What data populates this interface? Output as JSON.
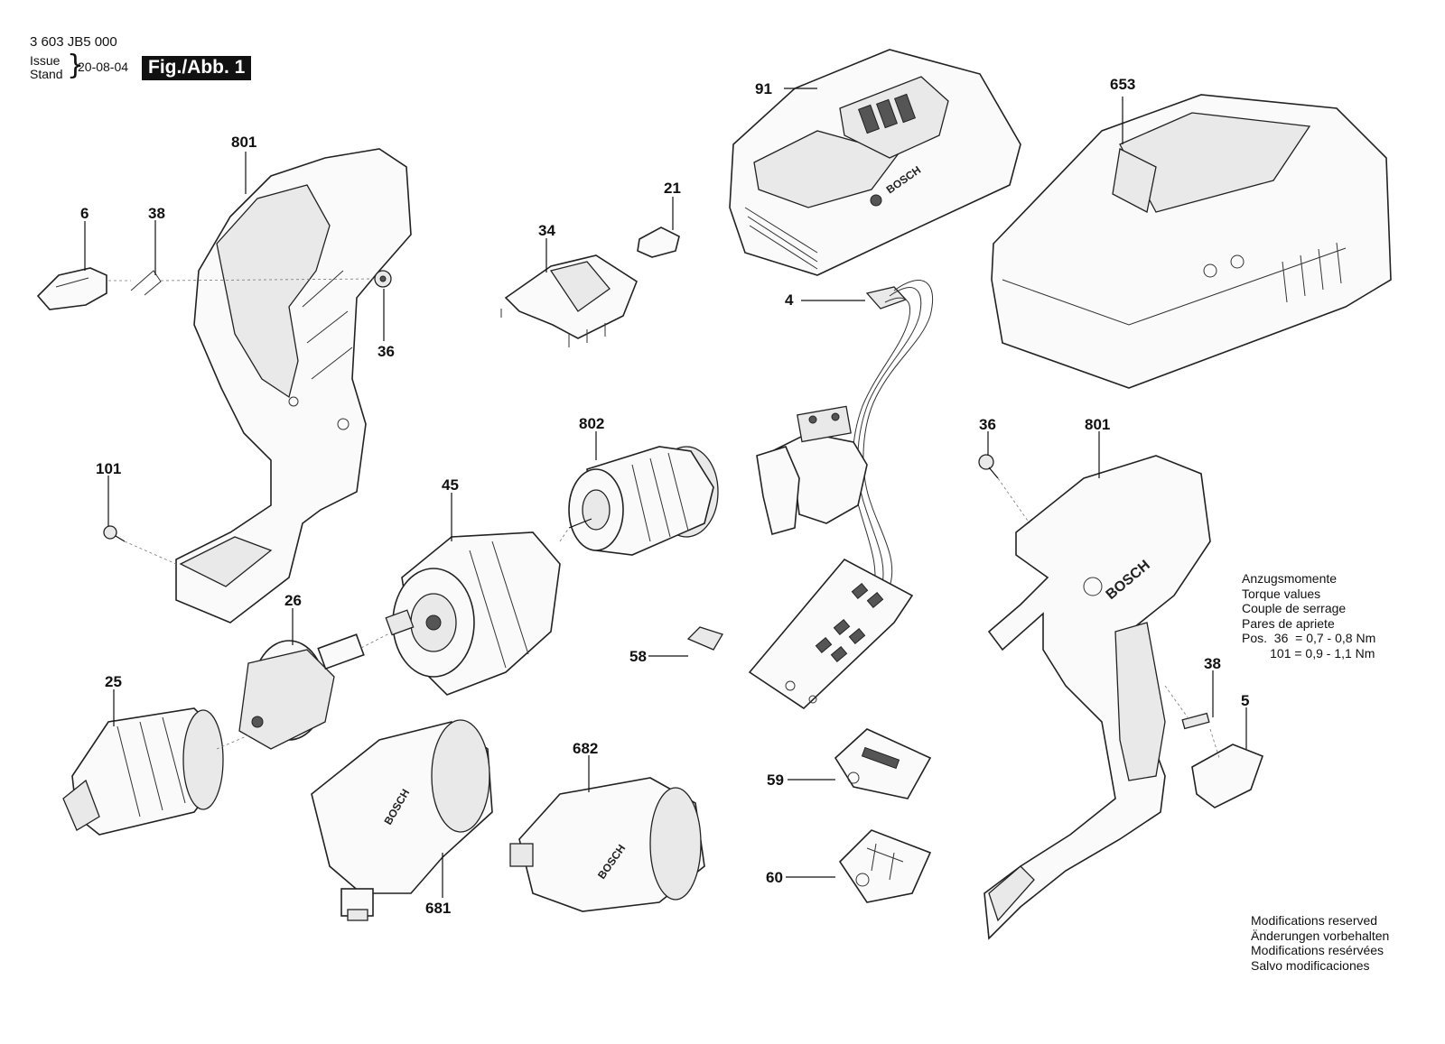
{
  "header": {
    "doc_number": "3 603 JB5 000",
    "issue_label_1": "Issue",
    "issue_label_2": "Stand",
    "issue_date": "20-08-04",
    "figure_title": "Fig./Abb. 1"
  },
  "callouts": {
    "p91": "91",
    "p653": "653",
    "p801_left": "801",
    "p6": "6",
    "p38_left": "38",
    "p21": "21",
    "p34": "34",
    "p36_left": "36",
    "p4": "4",
    "p802": "802",
    "p45": "45",
    "p101": "101",
    "p26": "26",
    "p25": "25",
    "p58": "58",
    "p36_right": "36",
    "p801_right": "801",
    "p38_right": "38",
    "p5": "5",
    "p682": "682",
    "p59": "59",
    "p60": "60",
    "p681": "681"
  },
  "torque": {
    "line1": "Anzugsmomente",
    "line2": "Torque values",
    "line3": "Couple de serrage",
    "line4": "Pares de apriete",
    "line5": "Pos.  36  = 0,7 - 0,8 Nm",
    "line6": "        101 = 0,9 - 1,1 Nm"
  },
  "modifications": {
    "line1": "Modifications reserved",
    "line2": "Änderungen vorbehalten",
    "line3": "Modifications resérvées",
    "line4": "Salvo modificaciones"
  },
  "brand": "BOSCH"
}
